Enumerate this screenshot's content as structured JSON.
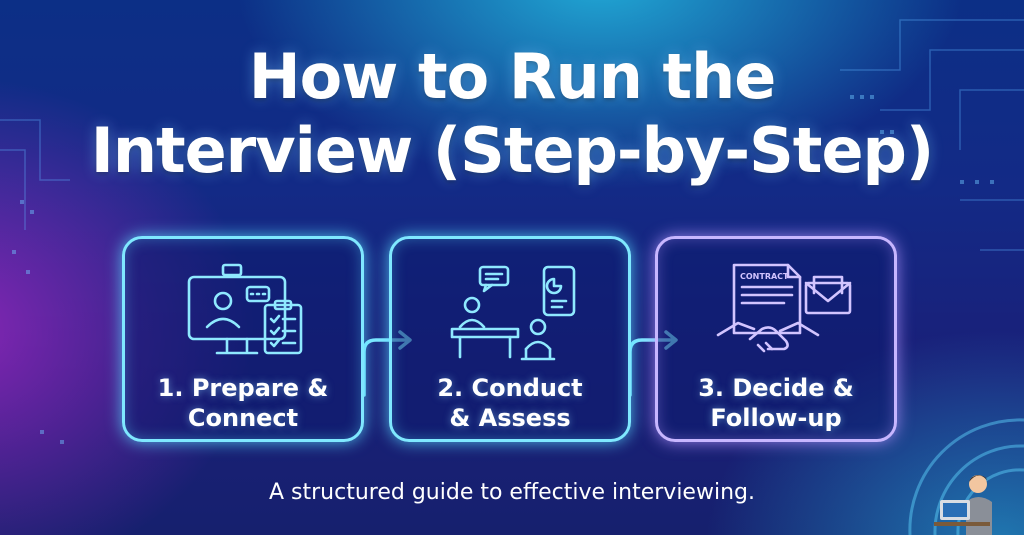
{
  "title": {
    "line1": "How to Run the",
    "line2": "Interview (Step-by-Step)"
  },
  "steps": [
    {
      "line1": "1. Prepare &",
      "line2": "Connect",
      "icon": "video-call-checklist-icon"
    },
    {
      "line1": "2. Conduct",
      "line2": "& Assess",
      "icon": "interview-desk-icon"
    },
    {
      "line1": "3. Decide &",
      "line2": "Follow-up",
      "icon": "contract-handshake-icon"
    }
  ],
  "contract_text": "CONTRACT",
  "subtitle": "A structured guide to effective interviewing.",
  "colors": {
    "background_top": "#0c2f86",
    "accent_cyan": "#7fe8ff",
    "accent_purple": "#c7b6ff",
    "text": "#ffffff"
  }
}
